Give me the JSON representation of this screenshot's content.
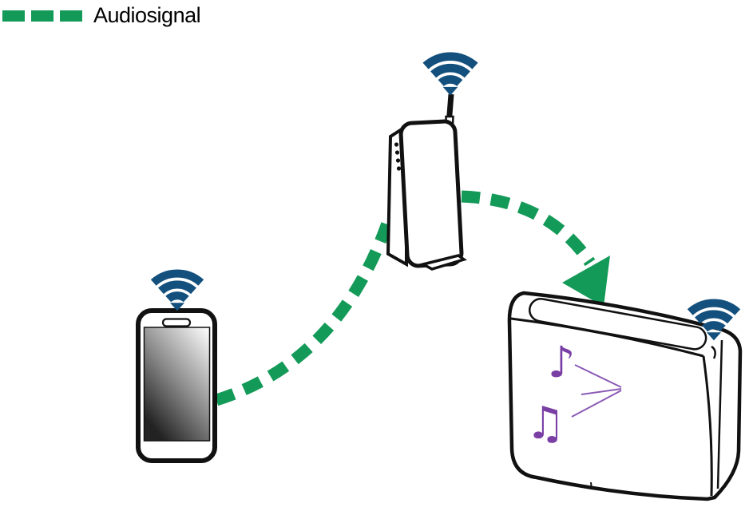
{
  "legend": {
    "swatch": {
      "type": "dashed-line",
      "dash_count": 3,
      "color": "#149a58"
    },
    "label": "Audiosignal"
  },
  "colors": {
    "signal_green": "#149a58",
    "wifi_blue": "#14507d",
    "note_purple": "#7a3fa5",
    "outline": "#111111",
    "background": "#ffffff"
  },
  "icons": {
    "note_single": "♪",
    "note_double": "♫"
  },
  "diagram": {
    "nodes": [
      {
        "id": "smartphone",
        "icon": "smartphone-icon",
        "wifi": true
      },
      {
        "id": "router",
        "icon": "wireless-router-icon",
        "wifi": true,
        "led_count": 4
      },
      {
        "id": "speaker",
        "icon": "wireless-speaker-icon",
        "wifi": true,
        "music_notes": 2
      }
    ],
    "edges": [
      {
        "from": "smartphone",
        "to": "router",
        "signal": "audio",
        "style": "green-dashed-curve"
      },
      {
        "from": "router",
        "to": "speaker",
        "signal": "audio",
        "style": "green-dashed-curve-with-arrowhead"
      }
    ]
  }
}
